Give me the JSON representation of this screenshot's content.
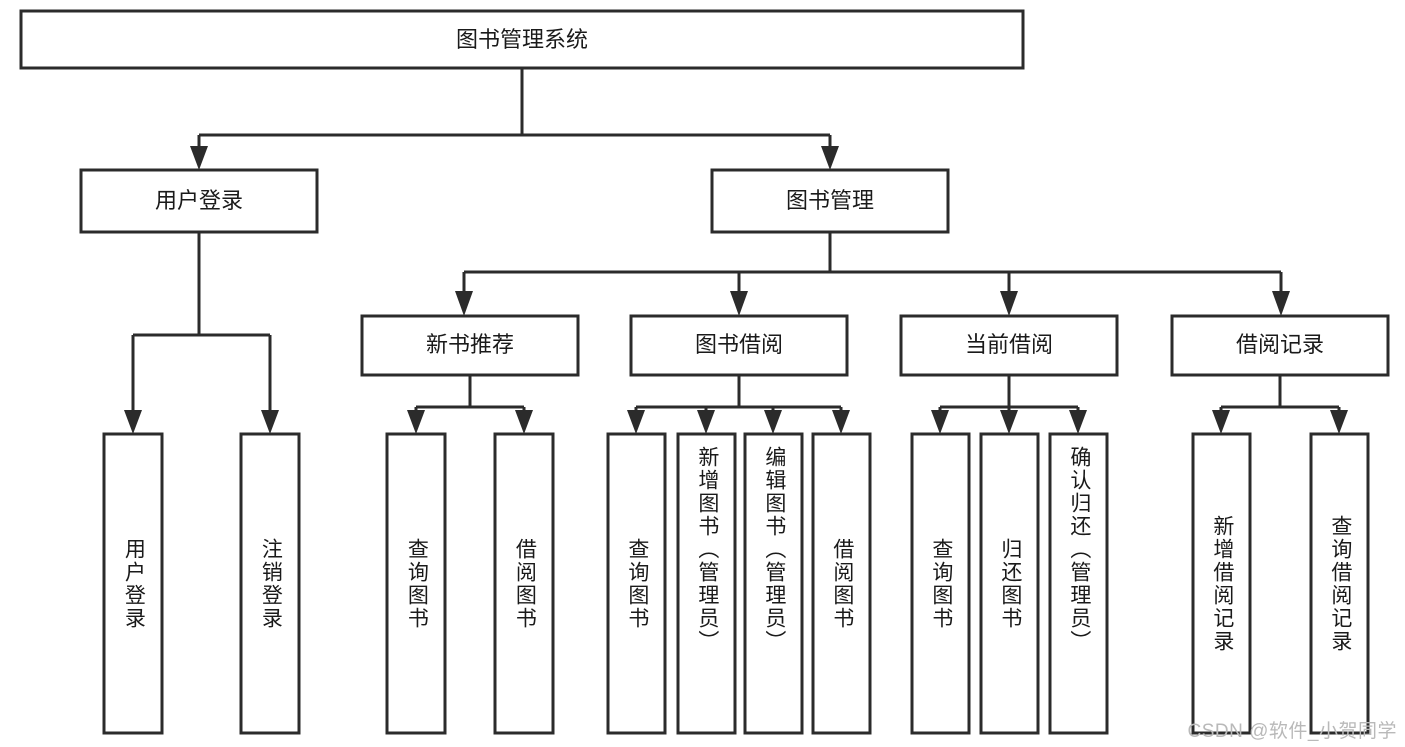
{
  "diagram": {
    "title": "图书管理系统",
    "type": "hierarchy-tree",
    "watermark": "CSDN @软件_小贺同学",
    "colors": {
      "stroke": "#2b2b2b",
      "fill": "#ffffff",
      "text": "#1a1a1a",
      "watermark": "#b9b9b9",
      "background": "#ffffff"
    },
    "root": {
      "label": "图书管理系统"
    },
    "level2": [
      {
        "label": "用户登录"
      },
      {
        "label": "图书管理"
      }
    ],
    "level3": [
      {
        "label": "新书推荐"
      },
      {
        "label": "图书借阅"
      },
      {
        "label": "当前借阅"
      },
      {
        "label": "借阅记录"
      }
    ],
    "leaves": {
      "user_login": [
        {
          "label": "用户登录"
        },
        {
          "label": "注销登录"
        }
      ],
      "new_book_recommend": [
        {
          "label": "查询图书"
        },
        {
          "label": "借阅图书"
        }
      ],
      "book_borrow": [
        {
          "label": "查询图书"
        },
        {
          "label": "新增图书（管理员）"
        },
        {
          "label": "编辑图书（管理员）"
        },
        {
          "label": "借阅图书"
        }
      ],
      "current_borrow": [
        {
          "label": "查询图书"
        },
        {
          "label": "归还图书"
        },
        {
          "label": "确认归还（管理员）"
        }
      ],
      "borrow_record": [
        {
          "label": "新增借阅记录"
        },
        {
          "label": "查询借阅记录"
        }
      ]
    }
  }
}
